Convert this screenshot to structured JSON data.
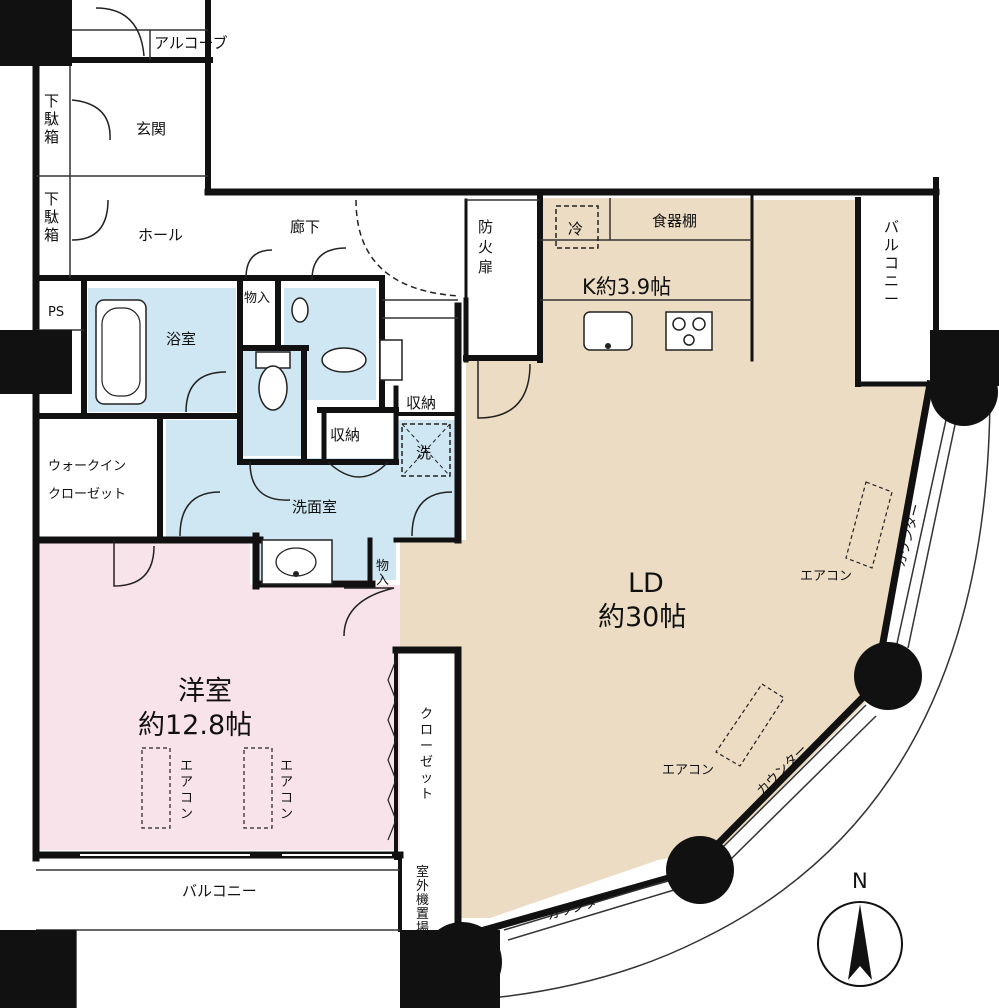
{
  "rooms": {
    "alcove": "アルコーブ",
    "genkan": "玄関",
    "shoebox1": [
      "下",
      "駄",
      "箱"
    ],
    "shoebox2": [
      "下",
      "駄",
      "箱"
    ],
    "hall": "ホール",
    "corridor": "廊下",
    "fire_door": [
      "防",
      "火",
      "扉"
    ],
    "ps": "PS",
    "bath": "浴室",
    "storage_small_top": "物入",
    "storage1": "収納",
    "storage2": "収納",
    "washer_mark": "洗",
    "washroom": "洗面室",
    "storage_small_bottom": [
      "物",
      "入"
    ],
    "wic_line1": "ウォークイン",
    "wic_line2": "クローゼット",
    "western_name": "洋室",
    "western_size": "約12.8帖",
    "closet": [
      "ク",
      "ロ",
      "ー",
      "ゼ",
      "ッ",
      "ト"
    ],
    "outdoor_unit": [
      "室",
      "外",
      "機",
      "置",
      "場"
    ],
    "balcony_bottom": "バルコニー",
    "balcony_right": [
      "バ",
      "ル",
      "コ",
      "ニ",
      "ー"
    ],
    "kitchen_size": "K約3.9帖",
    "fridge_mark": "冷",
    "cupboard": "食器棚",
    "ld_name": "LD",
    "ld_size": "約30帖",
    "aircon_ld1": "エアコン",
    "aircon_ld2": "エアコン",
    "aircon_w1": [
      "エ",
      "ア",
      "コ",
      "ン"
    ],
    "aircon_w2": [
      "エ",
      "ア",
      "コ",
      "ン"
    ],
    "counter1": "カウンター",
    "counter2": "カウンター",
    "counter3": "カウンター",
    "compass": "N"
  },
  "colors": {
    "ld_floor": "#ecdcc3",
    "western_floor": "#f9e3ea",
    "wet_area": "#cfe6f3",
    "wall": "#111111"
  }
}
